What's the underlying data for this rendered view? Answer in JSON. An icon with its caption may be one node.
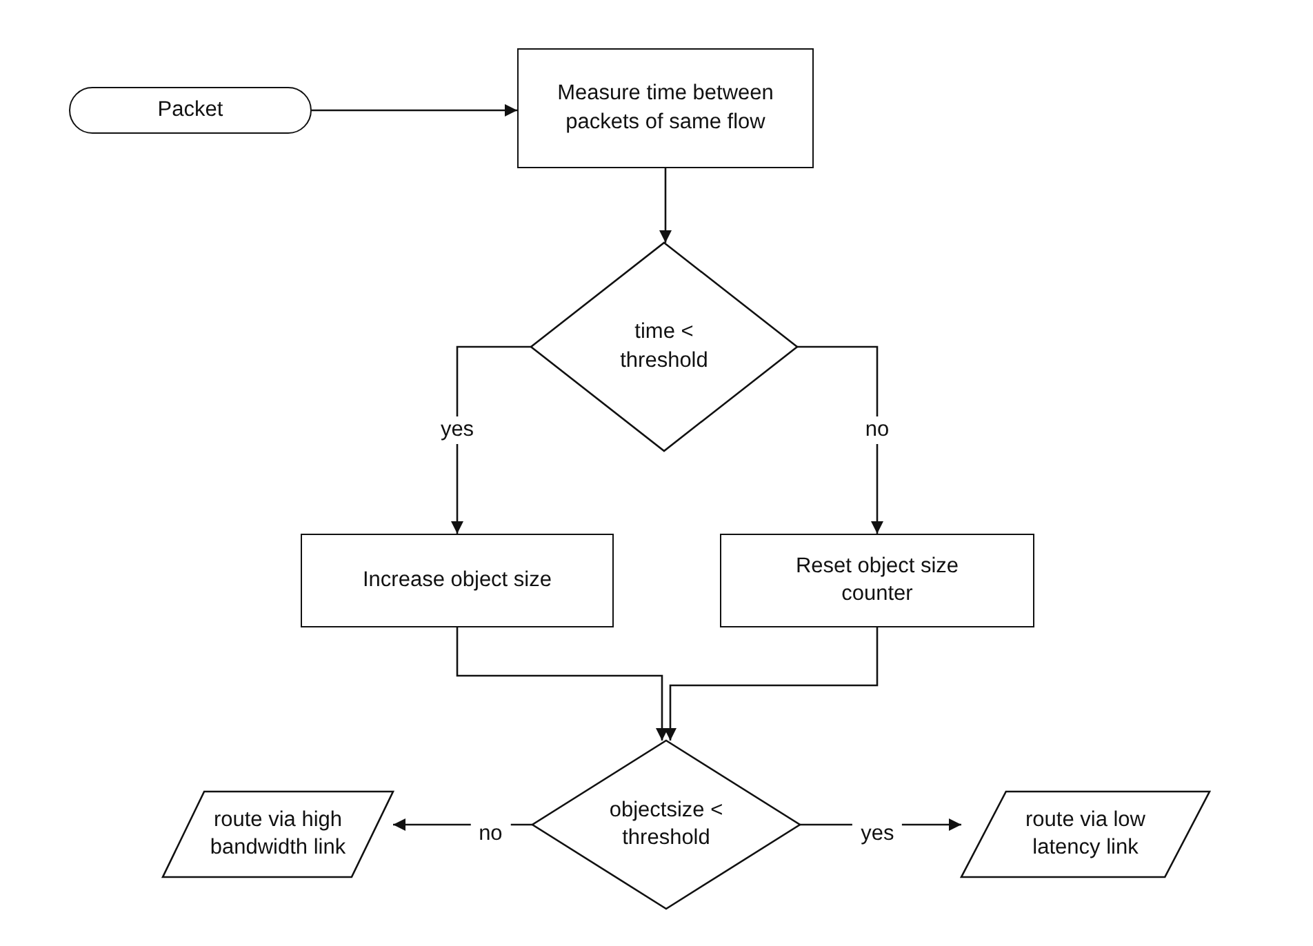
{
  "diagram": {
    "nodes": [
      {
        "text": [
          "Packet"
        ]
      },
      {
        "text": [
          "Measure time between packets of same flow"
        ]
      },
      {
        "text": [
          "time < threshold"
        ]
      },
      {
        "text": [
          "Increase object size"
        ]
      },
      {
        "text": [
          "Reset object size counter"
        ]
      },
      {
        "text": [
          "objectsize < threshold"
        ]
      },
      {
        "text": [
          "route via high bandwidth link"
        ]
      },
      {
        "text": [
          "route via low latency link"
        ]
      }
    ],
    "edges": [
      {
        "from": 0,
        "to": 1,
        "arrow": "to"
      },
      {
        "from": 1,
        "to": 2,
        "arrow": "to"
      },
      {
        "from": 2,
        "to": 3,
        "arrow": "to",
        "label": "yes"
      },
      {
        "from": 2,
        "to": 4,
        "arrow": "to",
        "label": "no"
      },
      {
        "from": 3,
        "to": 5,
        "arrow": "to"
      },
      {
        "from": 4,
        "to": 5,
        "arrow": "to"
      },
      {
        "from": 5,
        "to": 6,
        "arrow": "to",
        "label": "no"
      },
      {
        "from": 5,
        "to": 7,
        "arrow": "to",
        "label": "yes"
      }
    ]
  }
}
